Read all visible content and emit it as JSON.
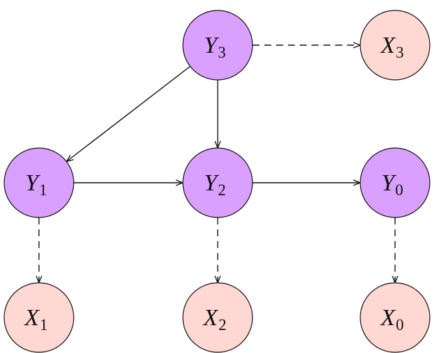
{
  "colors": {
    "latent_fill": "#d9a0ff",
    "observed_fill": "#ffd8d4",
    "stroke": "#111111"
  },
  "nodes": [
    {
      "id": "Y3",
      "letter": "Y",
      "sub": "3",
      "kind": "latent"
    },
    {
      "id": "X3",
      "letter": "X",
      "sub": "3",
      "kind": "observed"
    },
    {
      "id": "Y1",
      "letter": "Y",
      "sub": "1",
      "kind": "latent"
    },
    {
      "id": "Y2",
      "letter": "Y",
      "sub": "2",
      "kind": "latent"
    },
    {
      "id": "Y0",
      "letter": "Y",
      "sub": "0",
      "kind": "latent"
    },
    {
      "id": "X1",
      "letter": "X",
      "sub": "1",
      "kind": "observed"
    },
    {
      "id": "X2",
      "letter": "X",
      "sub": "2",
      "kind": "observed"
    },
    {
      "id": "X0",
      "letter": "X",
      "sub": "0",
      "kind": "observed"
    }
  ],
  "edges": [
    {
      "from": "Y3",
      "to": "Y1",
      "style": "solid"
    },
    {
      "from": "Y3",
      "to": "Y2",
      "style": "solid"
    },
    {
      "from": "Y3",
      "to": "X3",
      "style": "dashed"
    },
    {
      "from": "Y1",
      "to": "Y2",
      "style": "solid"
    },
    {
      "from": "Y2",
      "to": "Y0",
      "style": "solid"
    },
    {
      "from": "Y1",
      "to": "X1",
      "style": "dashed"
    },
    {
      "from": "Y2",
      "to": "X2",
      "style": "dashed"
    },
    {
      "from": "Y0",
      "to": "X0",
      "style": "dashed"
    }
  ]
}
